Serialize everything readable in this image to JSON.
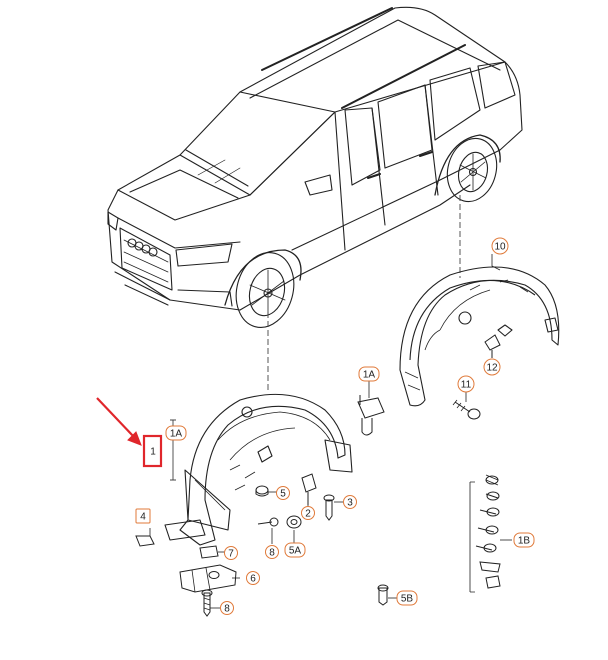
{
  "diagram": {
    "callouts": [
      {
        "id": "c10",
        "label": "10"
      },
      {
        "id": "c12",
        "label": "12"
      },
      {
        "id": "c11",
        "label": "11"
      },
      {
        "id": "c1A_top",
        "label": "1A"
      },
      {
        "id": "c1A_left",
        "label": "1A"
      },
      {
        "id": "c1",
        "label": "1"
      },
      {
        "id": "c5",
        "label": "5"
      },
      {
        "id": "c2",
        "label": "2"
      },
      {
        "id": "c3",
        "label": "3"
      },
      {
        "id": "c4",
        "label": "4"
      },
      {
        "id": "c8a",
        "label": "8"
      },
      {
        "id": "c5A",
        "label": "5A"
      },
      {
        "id": "c7",
        "label": "7"
      },
      {
        "id": "c6",
        "label": "6"
      },
      {
        "id": "c8b",
        "label": "8"
      },
      {
        "id": "c1B",
        "label": "1B"
      },
      {
        "id": "c5B",
        "label": "5B"
      }
    ],
    "colors": {
      "line": "#222222",
      "callout": "#e07a3a",
      "highlight": "#e0262b",
      "arrow": "#e0262b"
    },
    "highlighted_callout": "c1"
  }
}
